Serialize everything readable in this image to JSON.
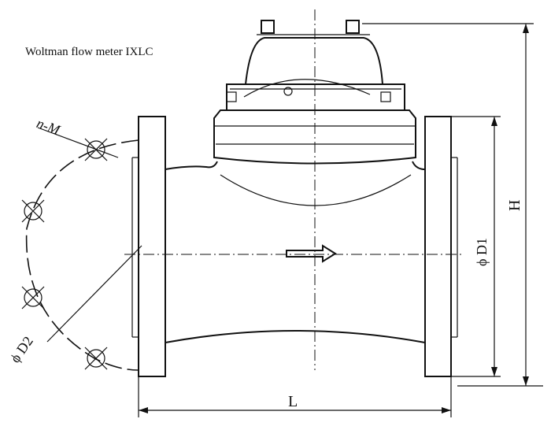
{
  "title": "Woltman flow meter IXLC",
  "labels": {
    "bolts": "n-M",
    "d2": "ϕ D2",
    "d1": "ϕ D1",
    "h": "H",
    "l": "L"
  }
}
